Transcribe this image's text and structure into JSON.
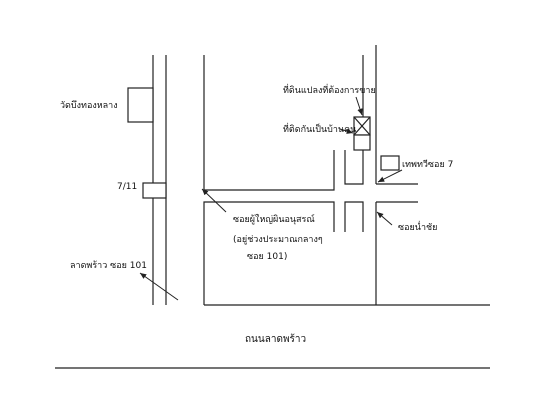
{
  "labels": {
    "temple": "วัดบึงทองหลาง",
    "seven_eleven": "7/11",
    "plot_target": "ที่ดินแปลงที่ต้องการขาย",
    "plot_neighbor": "ที่ติดกันเป็นบ้านคน",
    "soi_thepharee": "เทพทวีซอย 7",
    "soi_yai": "ซอยผู้ใหญ่ผินอนุสรณ์",
    "soi_yai_note1": "(อยู่ช่วงประมาณกลางๆ",
    "soi_yai_note2": "ซอย 101)",
    "soi_namchai": "ซอยน่ำชัย",
    "ladprao_101": "ลาดพร้าว ซอย 101",
    "ladprao_road": "ถนนลาดพร้าว"
  }
}
